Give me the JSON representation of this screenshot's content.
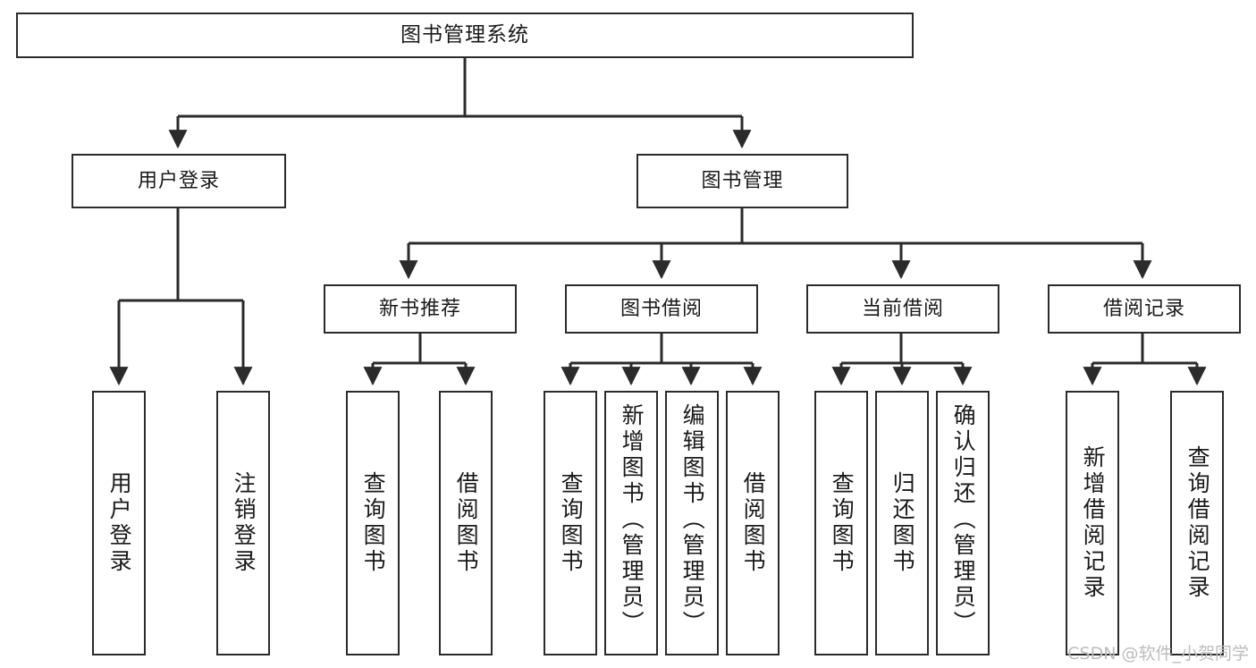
{
  "diagram": {
    "type": "tree",
    "title": "图书管理系统",
    "colors": {
      "box_border": "#2b2b2b",
      "box_fill": "#ffffff",
      "connector": "#2b2b2b",
      "watermark": "#bdbdbd",
      "background": "#ffffff"
    },
    "root": {
      "label": "图书管理系统"
    },
    "level2": [
      {
        "label": "用户登录"
      },
      {
        "label": "图书管理"
      }
    ],
    "level3": [
      {
        "label": "新书推荐"
      },
      {
        "label": "图书借阅"
      },
      {
        "label": "当前借阅"
      },
      {
        "label": "借阅记录"
      }
    ],
    "leaves": [
      {
        "label": "用户登录",
        "parent": "用户登录"
      },
      {
        "label": "注销登录",
        "parent": "用户登录"
      },
      {
        "label": "查询图书",
        "parent": "新书推荐"
      },
      {
        "label": "借阅图书",
        "parent": "新书推荐"
      },
      {
        "label": "查询图书",
        "parent": "图书借阅"
      },
      {
        "label": "新增图书（管理员）",
        "parent": "图书借阅"
      },
      {
        "label": "编辑图书（管理员）",
        "parent": "图书借阅"
      },
      {
        "label": "借阅图书",
        "parent": "图书借阅"
      },
      {
        "label": "查询图书",
        "parent": "当前借阅"
      },
      {
        "label": "归还图书",
        "parent": "当前借阅"
      },
      {
        "label": "确认归还（管理员）",
        "parent": "当前借阅"
      },
      {
        "label": "新增借阅记录",
        "parent": "借阅记录"
      },
      {
        "label": "查询借阅记录",
        "parent": "借阅记录"
      }
    ]
  },
  "watermark": {
    "text": "CSDN @软件_小贺同学"
  }
}
